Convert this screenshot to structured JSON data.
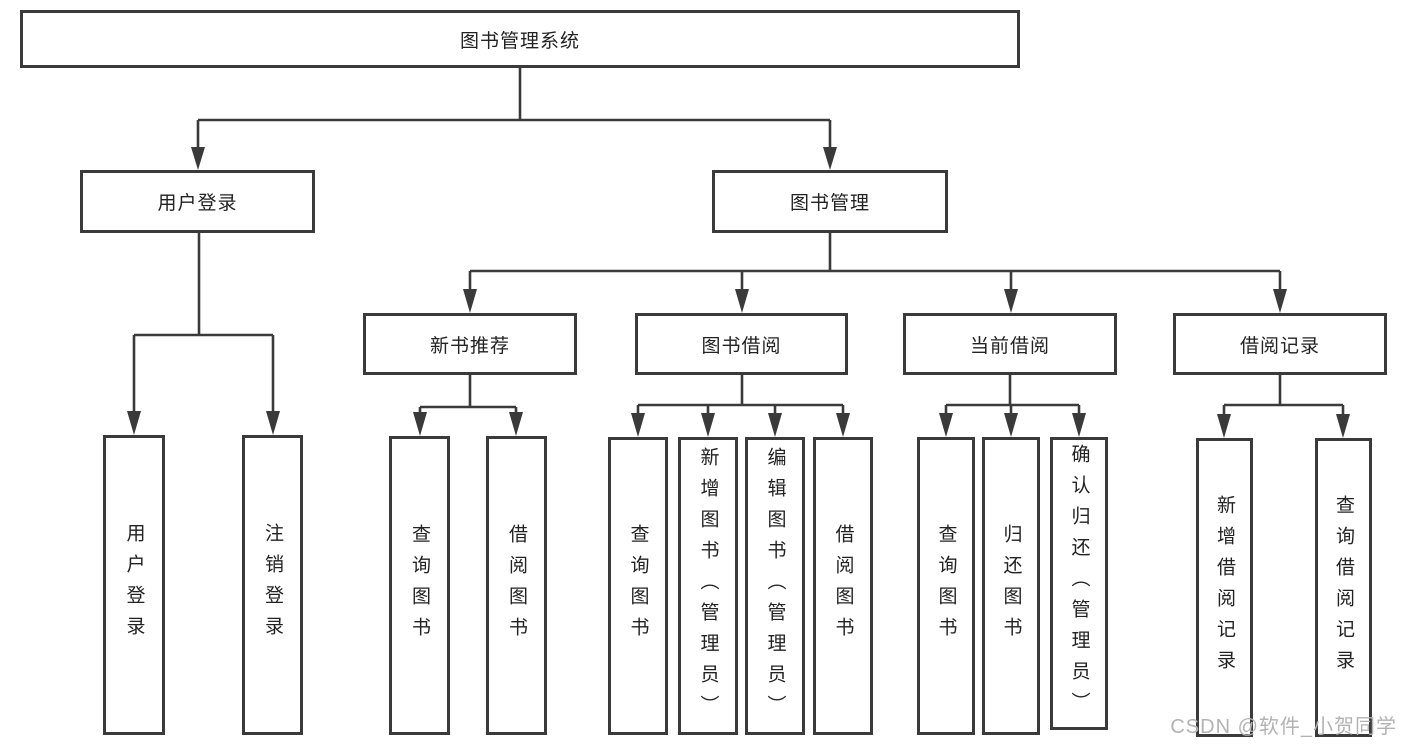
{
  "tree": {
    "label": "图书管理系统",
    "children": [
      {
        "label": "用户登录",
        "children": [
          {
            "label": "用户登录"
          },
          {
            "label": "注销登录"
          }
        ]
      },
      {
        "label": "图书管理",
        "children": [
          {
            "label": "新书推荐",
            "children": [
              {
                "label": "查询图书"
              },
              {
                "label": "借阅图书"
              }
            ]
          },
          {
            "label": "图书借阅",
            "children": [
              {
                "label": "查询图书"
              },
              {
                "label": "新增图书（管理员）"
              },
              {
                "label": "编辑图书（管理员）"
              },
              {
                "label": "借阅图书"
              }
            ]
          },
          {
            "label": "当前借阅",
            "children": [
              {
                "label": "查询图书"
              },
              {
                "label": "归还图书"
              },
              {
                "label": "确认归还（管理员）"
              }
            ]
          },
          {
            "label": "借阅记录",
            "children": [
              {
                "label": "新增借阅记录"
              },
              {
                "label": "查询借阅记录"
              }
            ]
          }
        ]
      }
    ]
  },
  "watermark": {
    "text": "CSDN @软件_小贺同学"
  },
  "colors": {
    "line": "#3a3a3a",
    "text": "#222222",
    "watermark": "#b3b3b3",
    "background": "#ffffff"
  }
}
